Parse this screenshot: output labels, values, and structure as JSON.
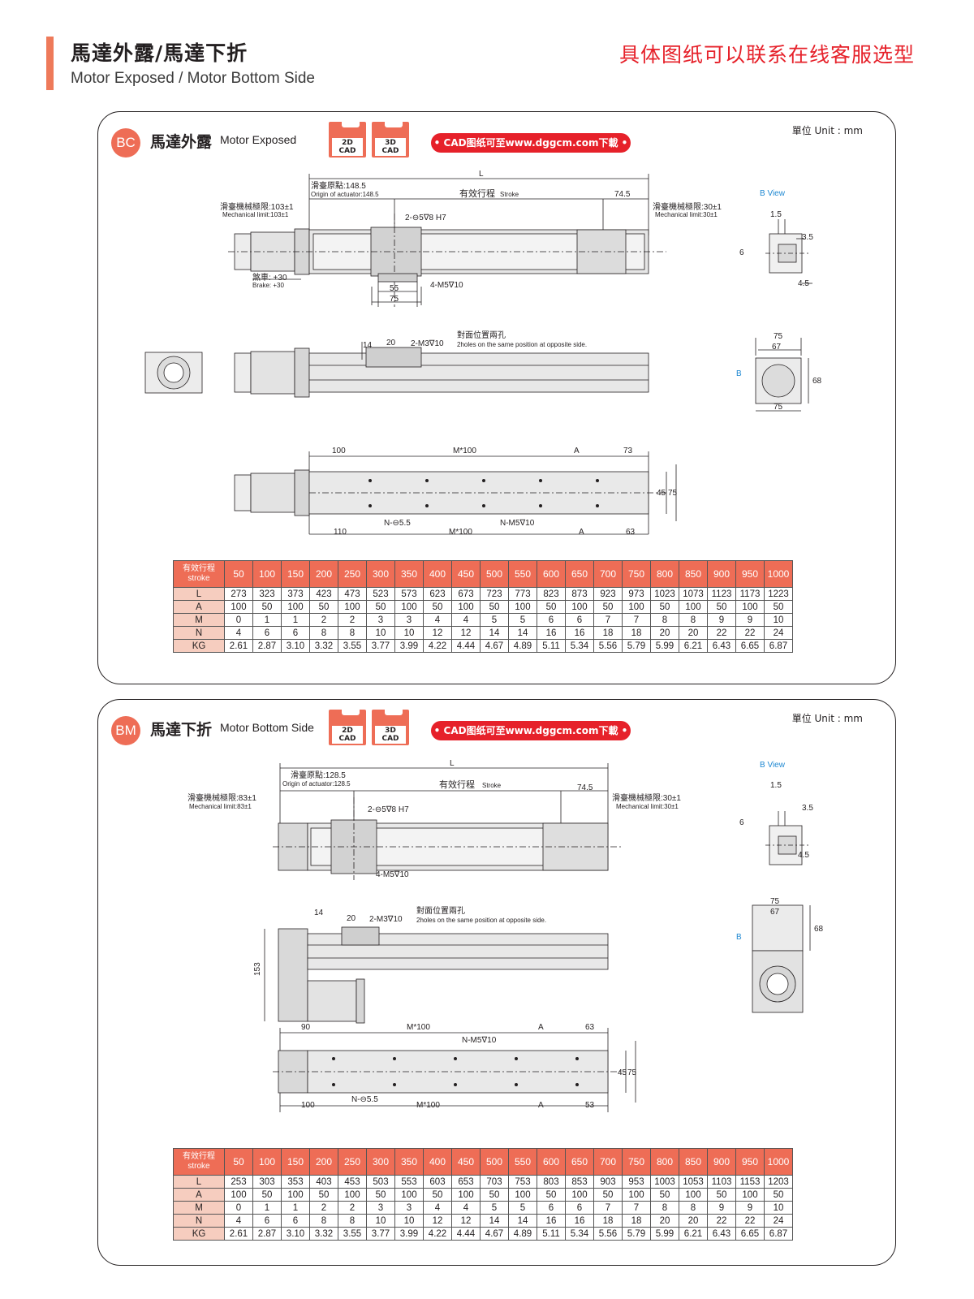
{
  "header": {
    "title_cn": "馬達外露/馬達下折",
    "title_en": "Motor Exposed / Motor Bottom Side",
    "contact_note": "具体图纸可以联系在线客服选型"
  },
  "colors": {
    "accent": "#ee7a5a",
    "badge": "#ee6d56",
    "contact_red": "#e6212a",
    "row_label_fill": "#f6cdbf"
  },
  "icons": [
    "cad-2d-folder-icon",
    "cad-3d-folder-icon"
  ],
  "cad": {
    "label_2d": "2D\nCAD",
    "label_3d": "3D\nCAD",
    "download_text": "CAD图纸可至www.dggcm.com下載"
  },
  "panels": [
    {
      "code": "BC",
      "title_cn": "馬達外露",
      "title_en": "Motor Exposed",
      "unit": "單位 Unit : mm",
      "drawing": {
        "L": "L",
        "origin_cn": "滑臺原點:148.5",
        "origin_en": "Origin of actuator:148.5",
        "stroke_cn": "有效行程",
        "stroke_en": "Stroke",
        "end_74_5": "74.5",
        "mech_left_cn": "滑臺機械極限:103±1",
        "mech_left_en": "Mechanical limit:103±1",
        "mech_right_cn": "滑臺機械極限:30±1",
        "mech_right_en": "Mechanical limit:30±1",
        "pin_hole": "2-⊖5∇8 H7",
        "brake_cn": "煞車: +30",
        "brake_en": "Brake: +30",
        "dim_55": "55",
        "dim_75": "75",
        "tap_m5": "4-M5∇10",
        "b_view": "B  View",
        "b_1_5": "1.5",
        "b_3_5": "3.5",
        "b_6": "6",
        "b_4_5": "4.5",
        "side_14": "14",
        "side_20": "20",
        "side_tap": "2-M3∇10",
        "opp_cn": "對面位置兩孔",
        "opp_en": "2holes on the same position at opposite side.",
        "end_75": "75",
        "end_67": "67",
        "end_68": "68",
        "end_75b": "75",
        "b_mark": "B",
        "bot_100": "100",
        "bot_m100": "M*100",
        "bot_a": "A",
        "bot_73": "73",
        "bot_110": "110",
        "bot_n_hole": "N-⊖5.5",
        "bot_m100b": "M*100",
        "bot_n_tap": "N-M5∇10",
        "bot_a2": "A",
        "bot_63": "63",
        "bot_45": "45",
        "bot_75v": "75"
      },
      "table": {
        "head_label": "有效行程\nstroke",
        "strokes": [
          "50",
          "100",
          "150",
          "200",
          "250",
          "300",
          "350",
          "400",
          "450",
          "500",
          "550",
          "600",
          "650",
          "700",
          "750",
          "800",
          "850",
          "900",
          "950",
          "1000"
        ],
        "rows": [
          {
            "label": "L",
            "values": [
              "273",
              "323",
              "373",
              "423",
              "473",
              "523",
              "573",
              "623",
              "673",
              "723",
              "773",
              "823",
              "873",
              "923",
              "973",
              "1023",
              "1073",
              "1123",
              "1173",
              "1223"
            ]
          },
          {
            "label": "A",
            "values": [
              "100",
              "50",
              "100",
              "50",
              "100",
              "50",
              "100",
              "50",
              "100",
              "50",
              "100",
              "50",
              "100",
              "50",
              "100",
              "50",
              "100",
              "50",
              "100",
              "50"
            ]
          },
          {
            "label": "M",
            "values": [
              "0",
              "1",
              "1",
              "2",
              "2",
              "3",
              "3",
              "4",
              "4",
              "5",
              "5",
              "6",
              "6",
              "7",
              "7",
              "8",
              "8",
              "9",
              "9",
              "10"
            ]
          },
          {
            "label": "N",
            "values": [
              "4",
              "6",
              "6",
              "8",
              "8",
              "10",
              "10",
              "12",
              "12",
              "14",
              "14",
              "16",
              "16",
              "18",
              "18",
              "20",
              "20",
              "22",
              "22",
              "24"
            ]
          },
          {
            "label": "KG",
            "values": [
              "2.61",
              "2.87",
              "3.10",
              "3.32",
              "3.55",
              "3.77",
              "3.99",
              "4.22",
              "4.44",
              "4.67",
              "4.89",
              "5.11",
              "5.34",
              "5.56",
              "5.79",
              "5.99",
              "6.21",
              "6.43",
              "6.65",
              "6.87"
            ]
          }
        ]
      }
    },
    {
      "code": "BM",
      "title_cn": "馬達下折",
      "title_en": "Motor Bottom Side",
      "unit": "單位 Unit : mm",
      "drawing": {
        "L": "L",
        "origin_cn": "滑臺原點:128.5",
        "origin_en": "Origin of actuator:128.5",
        "stroke_cn": "有效行程",
        "stroke_en": "Stroke",
        "end_74_5": "74.5",
        "mech_left_cn": "滑臺機械極限:83±1",
        "mech_left_en": "Mechanical limit:83±1",
        "mech_right_cn": "滑臺機械極限:30±1",
        "mech_right_en": "Mechanical limit:30±1",
        "pin_hole": "2-⊖5∇8 H7",
        "tap_m5": "4-M5∇10",
        "b_view": "B  View",
        "b_1_5": "1.5",
        "b_3_5": "3.5",
        "b_6": "6",
        "b_4_5": "4.5",
        "side_14": "14",
        "side_20": "20",
        "side_tap": "2-M3∇10",
        "opp_cn": "對面位置兩孔",
        "opp_en": "2holes on the same position at opposite side.",
        "side_153": "153",
        "end_75": "75",
        "end_67": "67",
        "end_68": "68",
        "b_mark": "B",
        "bot_90": "90",
        "bot_m100": "M*100",
        "bot_a": "A",
        "bot_63": "63",
        "bot_n_tap": "N-M5∇10",
        "bot_100": "100",
        "bot_n_hole": "N-⊖5.5",
        "bot_m100b": "M*100",
        "bot_a2": "A",
        "bot_53": "53",
        "bot_45": "45",
        "bot_75v": "75"
      },
      "table": {
        "head_label": "有效行程\nstroke",
        "strokes": [
          "50",
          "100",
          "150",
          "200",
          "250",
          "300",
          "350",
          "400",
          "450",
          "500",
          "550",
          "600",
          "650",
          "700",
          "750",
          "800",
          "850",
          "900",
          "950",
          "1000"
        ],
        "rows": [
          {
            "label": "L",
            "values": [
              "253",
              "303",
              "353",
              "403",
              "453",
              "503",
              "553",
              "603",
              "653",
              "703",
              "753",
              "803",
              "853",
              "903",
              "953",
              "1003",
              "1053",
              "1103",
              "1153",
              "1203"
            ]
          },
          {
            "label": "A",
            "values": [
              "100",
              "50",
              "100",
              "50",
              "100",
              "50",
              "100",
              "50",
              "100",
              "50",
              "100",
              "50",
              "100",
              "50",
              "100",
              "50",
              "100",
              "50",
              "100",
              "50"
            ]
          },
          {
            "label": "M",
            "values": [
              "0",
              "1",
              "1",
              "2",
              "2",
              "3",
              "3",
              "4",
              "4",
              "5",
              "5",
              "6",
              "6",
              "7",
              "7",
              "8",
              "8",
              "9",
              "9",
              "10"
            ]
          },
          {
            "label": "N",
            "values": [
              "4",
              "6",
              "6",
              "8",
              "8",
              "10",
              "10",
              "12",
              "12",
              "14",
              "14",
              "16",
              "16",
              "18",
              "18",
              "20",
              "20",
              "22",
              "22",
              "24"
            ]
          },
          {
            "label": "KG",
            "values": [
              "2.61",
              "2.87",
              "3.10",
              "3.32",
              "3.55",
              "3.77",
              "3.99",
              "4.22",
              "4.44",
              "4.67",
              "4.89",
              "5.11",
              "5.34",
              "5.56",
              "5.79",
              "5.99",
              "6.21",
              "6.43",
              "6.65",
              "6.87"
            ]
          }
        ]
      }
    }
  ]
}
